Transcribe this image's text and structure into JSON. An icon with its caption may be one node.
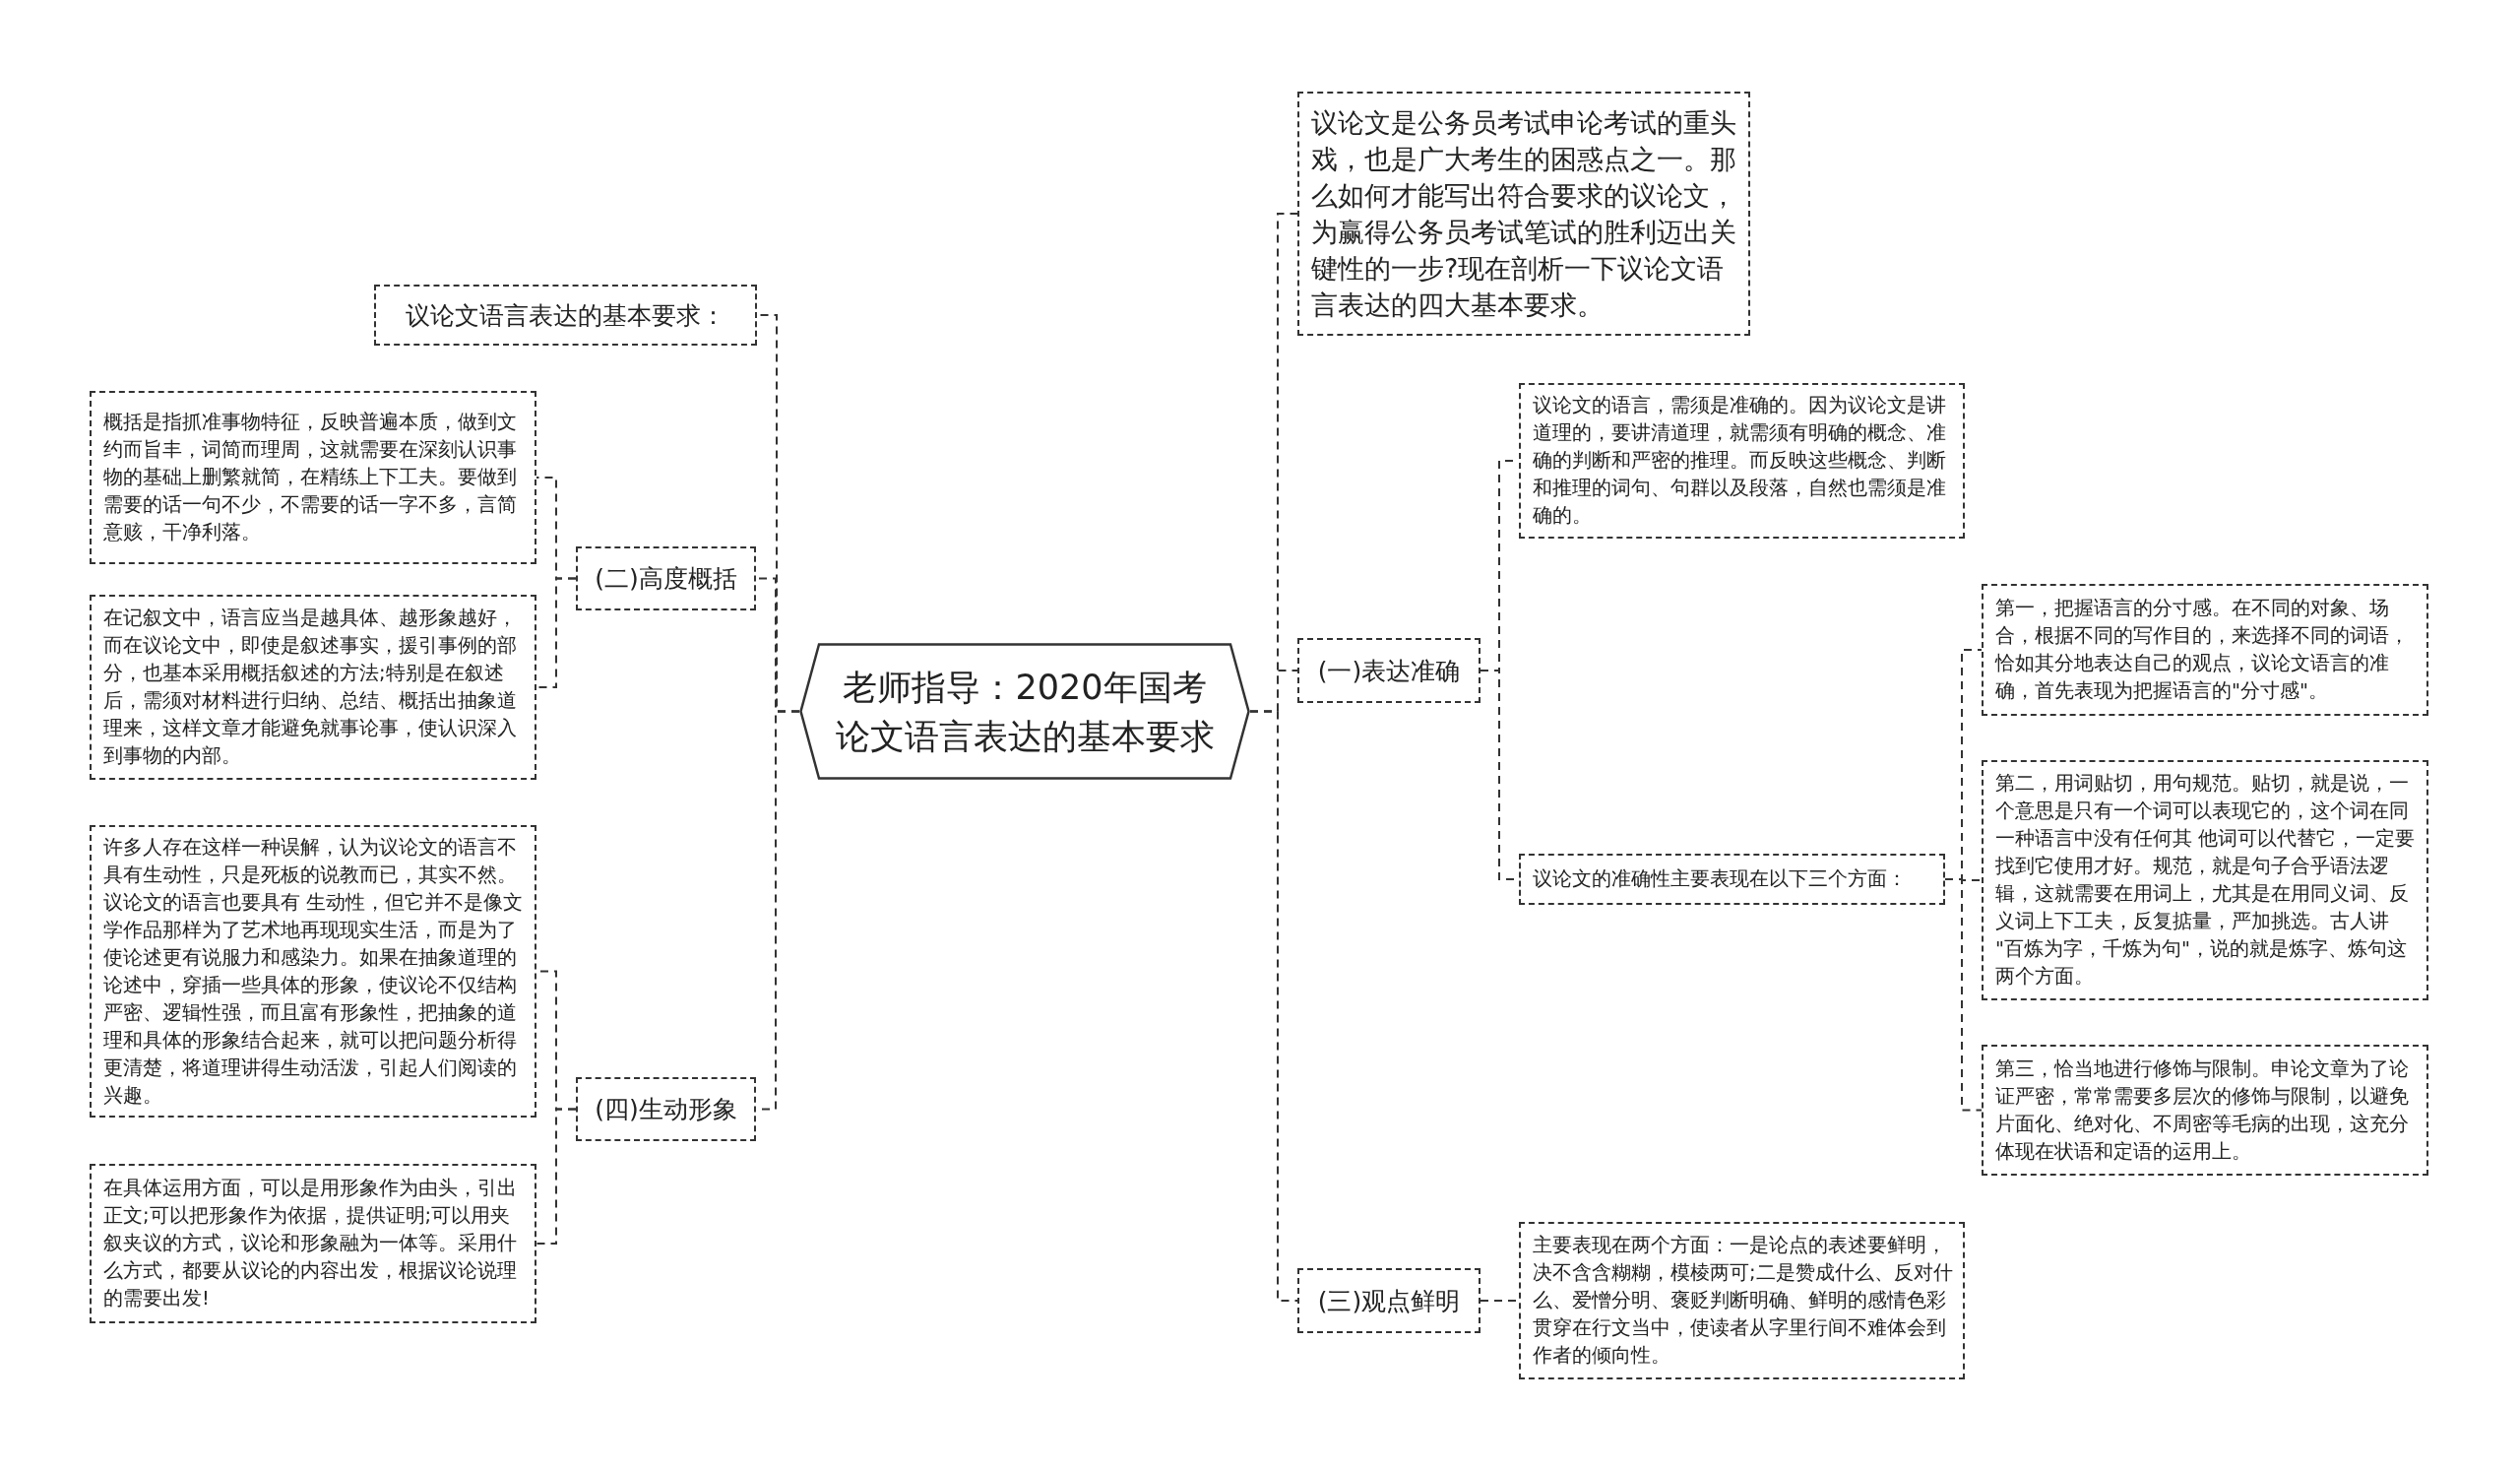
{
  "diagram": {
    "nodes": [
      {
        "text": [
          "老师指导：2020年国考论文语言表达的基本要求"
        ]
      },
      {
        "text": [
          "议论文语言表达的基本要求："
        ]
      },
      {
        "text": [
          "(二)高度概括"
        ]
      },
      {
        "text": [
          "概括是指抓准事物特征，反映普遍本质，做到文约而旨丰，词简而理周，这就需要在深刻认识事物的基础上删繁就简，在精练上下工夫。要做到需要的话一句不少，不需要的话一字不多，言简意赅，干净利落。"
        ]
      },
      {
        "text": [
          "在记叙文中，语言应当是越具体、越形象越好，而在议论文中，即使是叙述事实，援引事例的部分，也基本采用概括叙述的方法;特别是在叙述后，需须对材料进行归纳、总结、概括出抽象道理来，这样文章才能避免就事论事，使认识深入到事物的内部。"
        ]
      },
      {
        "text": [
          "(四)生动形象"
        ]
      },
      {
        "text": [
          "许多人存在这样一种误解，认为议论文的语言不具有生动性，只是死板的说教而已，其实不然。议论文的语言也要具有 生动性，但它并不是像文学作品那样为了艺术地再现现实生活，而是为了使论述更有说服力和感染力。如果在抽象道理的论述中，穿插一些具体的形象，使议论不仅结构严密、逻辑性强，而且富有形象性，把抽象的道理和具体的形象结合起来，就可以把问题分析得更清楚，将道理讲得生动活泼，引起人们阅读的兴趣。"
        ]
      },
      {
        "text": [
          "在具体运用方面，可以是用形象作为由头，引出正文;可以把形象作为依据，提供证明;可以用夹叙夹议的方式，议论和形象融为一体等。采用什么方式，都要从议论的内容出发，根据议论说理的需要出发!"
        ]
      },
      {
        "text": [
          "议论文是公务员考试申论考试的重头戏，也是广大考生的困惑点之一。那么如何才能写出符合要求的议论文，为赢得公务员考试笔试的胜利迈出关键性的一步?现在剖析一下议论文语言表达的四大基本要求。"
        ]
      },
      {
        "text": [
          "(一)表达准确"
        ]
      },
      {
        "text": [
          "议论文的语言，需须是准确的。因为议论文是讲道理的，要讲清道理，就需须有明确的概念、准确的判断和严密的推理。而反映这些概念、判断和推理的词句、句群以及段落，自然也需须是准确的。"
        ]
      },
      {
        "text": [
          "议论文的准确性主要表现在以下三个方面："
        ]
      },
      {
        "text": [
          "第一，把握语言的分寸感。在不同的对象、场合，根据不同的写作目的，来选择不同的词语，恰如其分地表达自己的观点，议论文语言的准确，首先表现为把握语言的\"分寸感\"。"
        ]
      },
      {
        "text": [
          "第二，用词贴切，用句规范。贴切，就是说，一个意思是只有一个词可以表现它的，这个词在同一种语言中没有任何其 他词可以代替它，一定要找到它使用才好。规范，就是句子合乎语法逻辑，这就需要在用词上，尤其是在用同义词、反义词上下工夫，反复掂量，严加挑选。古人讲 \"百炼为字，千炼为句\"，说的就是炼字、炼句这两个方面。"
        ]
      },
      {
        "text": [
          "第三，恰当地进行修饰与限制。申论文章为了论证严密，常常需要多层次的修饰与限制，以避免片面化、绝对化、不周密等毛病的出现，这充分体现在状语和定语的运用上。"
        ]
      },
      {
        "text": [
          "(三)观点鲜明"
        ]
      },
      {
        "text": [
          "主要表现在两个方面：一是论点的表述要鲜明，决不含含糊糊，模棱两可;二是赞成什么、反对什么、爱憎分明、褒贬判断明确、鲜明的感情色彩贯穿在行文当中，使读者从字里行间不难体会到作者的倾向性。"
        ]
      }
    ],
    "edges": [
      {
        "from": 0,
        "to": 1,
        "arrow": "none"
      },
      {
        "from": 0,
        "to": 2,
        "arrow": "none"
      },
      {
        "from": 0,
        "to": 5,
        "arrow": "none"
      },
      {
        "from": 0,
        "to": 8,
        "arrow": "none"
      },
      {
        "from": 0,
        "to": 9,
        "arrow": "none"
      },
      {
        "from": 0,
        "to": 15,
        "arrow": "none"
      },
      {
        "from": 2,
        "to": 3,
        "arrow": "none"
      },
      {
        "from": 2,
        "to": 4,
        "arrow": "none"
      },
      {
        "from": 5,
        "to": 6,
        "arrow": "none"
      },
      {
        "from": 5,
        "to": 7,
        "arrow": "none"
      },
      {
        "from": 9,
        "to": 10,
        "arrow": "none"
      },
      {
        "from": 9,
        "to": 11,
        "arrow": "none"
      },
      {
        "from": 11,
        "to": 12,
        "arrow": "none"
      },
      {
        "from": 11,
        "to": 13,
        "arrow": "none"
      },
      {
        "from": 11,
        "to": 14,
        "arrow": "none"
      },
      {
        "from": 15,
        "to": 16,
        "arrow": "none"
      }
    ]
  }
}
